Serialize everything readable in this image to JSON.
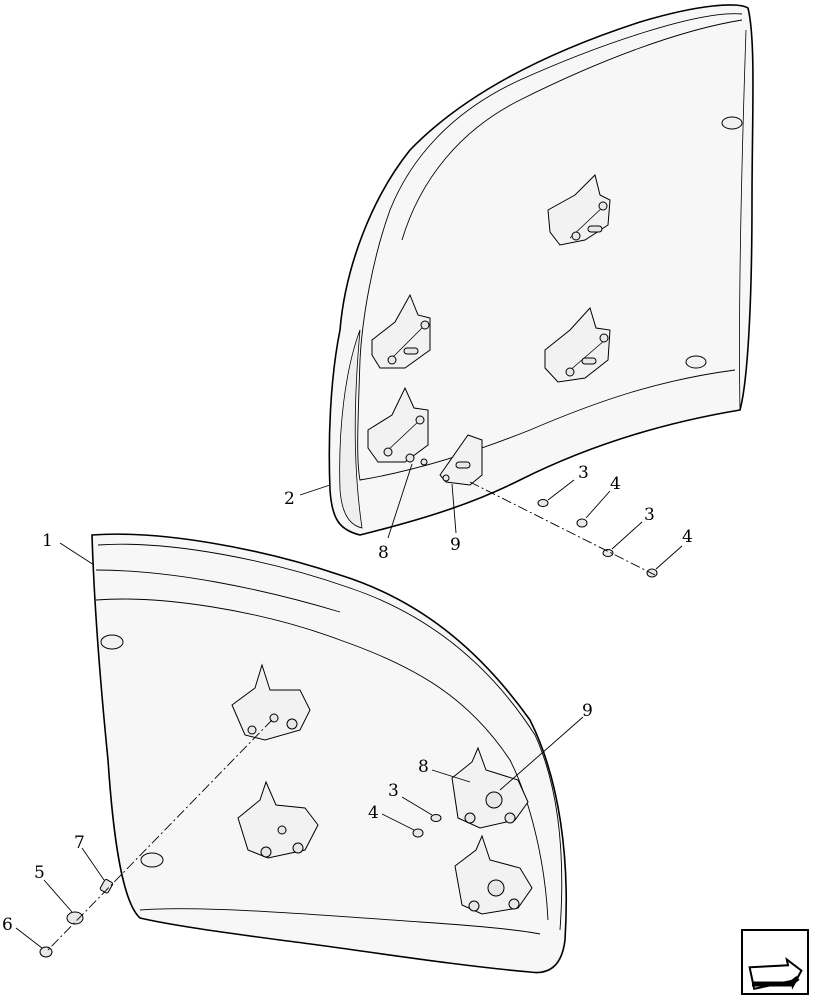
{
  "callouts": {
    "c1": "1",
    "c2": "2",
    "c3a": "3",
    "c4a": "4",
    "c3b": "3",
    "c4b": "4",
    "c8a": "8",
    "c9a": "9",
    "c9b": "9",
    "c8b": "8",
    "c3c": "3",
    "c4c": "4",
    "c7": "7",
    "c5": "5",
    "c6": "6"
  },
  "nav_icon": "arrow-navigation-icon"
}
